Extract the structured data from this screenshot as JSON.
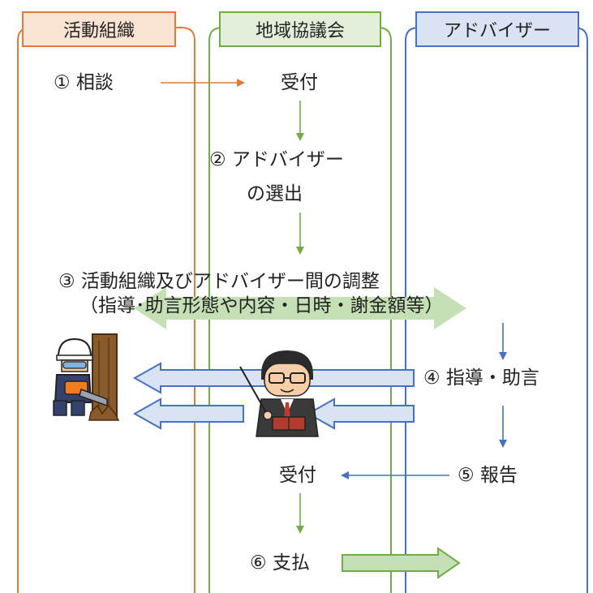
{
  "columns": [
    {
      "label": "活動組織",
      "color": "#e07b39",
      "fill": "#fbe3d3"
    },
    {
      "label": "地域協議会",
      "color": "#70ad47",
      "fill": "#e3efda"
    },
    {
      "label": "アドバイザー",
      "color": "#4472c4",
      "fill": "#dae3f3"
    }
  ],
  "steps": {
    "s1": "① 相談",
    "recv1": "受付",
    "s2_line1": "② アドバイザー",
    "s2_line2": "の選出",
    "s3_line1": "③ 活動組織及びアドバイザー間の調整",
    "s3_line2": "（指導･助言形態や内容・日時・謝金額等）",
    "s4": "④ 指導・助言",
    "recv2": "受付",
    "s5": "⑤ 報告",
    "s6": "⑥ 支払"
  },
  "icons": {
    "worker": "forest-worker-chainsaw-icon",
    "advisor": "advisor-teacher-icon"
  },
  "colors": {
    "arrow_orange": "#e07b39",
    "arrow_green": "#70ad47",
    "arrow_blue": "#4472c4",
    "band_green": "#c5e0b4",
    "band_blue": "#dae3f3",
    "band_blue_stroke": "#4472c4"
  }
}
